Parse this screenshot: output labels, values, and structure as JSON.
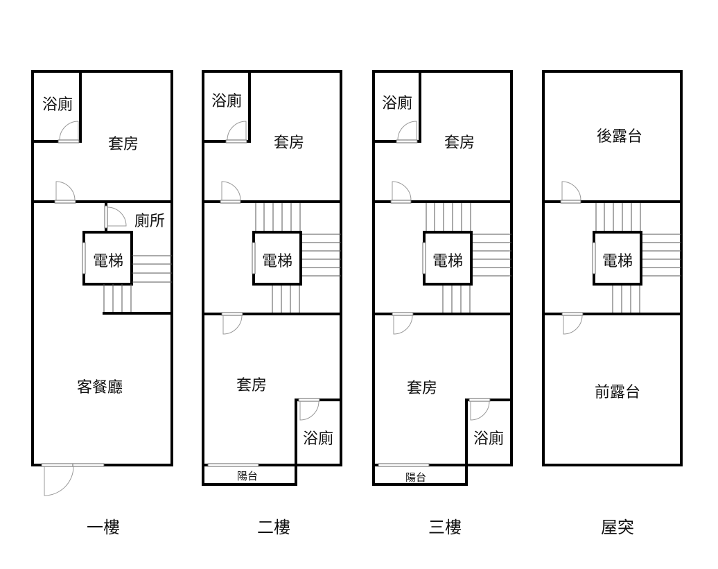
{
  "floors": [
    {
      "name": "一樓",
      "rooms": {
        "bath": "浴廁",
        "suite": "套房",
        "toilet": "廁所",
        "elevator": "電梯",
        "living": "客餐廳"
      }
    },
    {
      "name": "二樓",
      "rooms": {
        "bath_top": "浴廁",
        "suite_top": "套房",
        "elevator": "電梯",
        "suite_bottom": "套房",
        "bath_bottom": "浴廁",
        "balcony": "陽台"
      }
    },
    {
      "name": "三樓",
      "rooms": {
        "bath_top": "浴廁",
        "suite_top": "套房",
        "elevator": "電梯",
        "suite_bottom": "套房",
        "bath_bottom": "浴廁",
        "balcony": "陽台"
      }
    },
    {
      "name": "屋突",
      "rooms": {
        "rear_terrace": "後露台",
        "elevator": "電梯",
        "front_terrace": "前露台"
      }
    }
  ]
}
